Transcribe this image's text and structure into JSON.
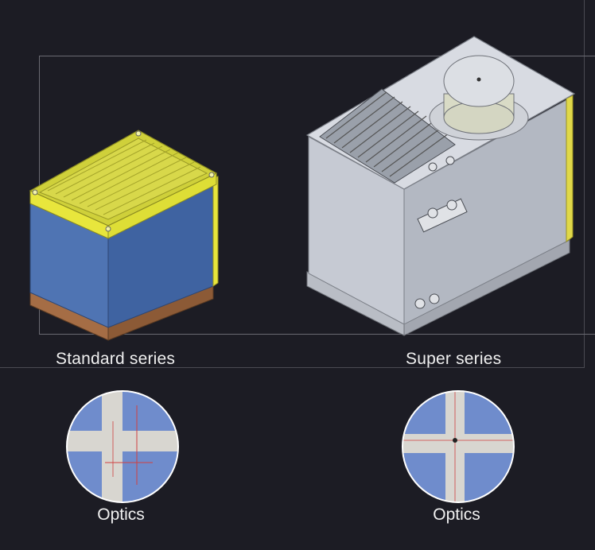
{
  "products": [
    {
      "caption": "Standard series",
      "optics_label": "Optics"
    },
    {
      "caption": "Super series",
      "optics_label": "Optics"
    }
  ],
  "colors": {
    "background": "#1c1c24",
    "standard_lid": "#e8e63c",
    "standard_body": "#4f74b3",
    "standard_base": "#a56d45",
    "super_body": "#c6cad3",
    "optics_blue": "#6f8ccc"
  }
}
